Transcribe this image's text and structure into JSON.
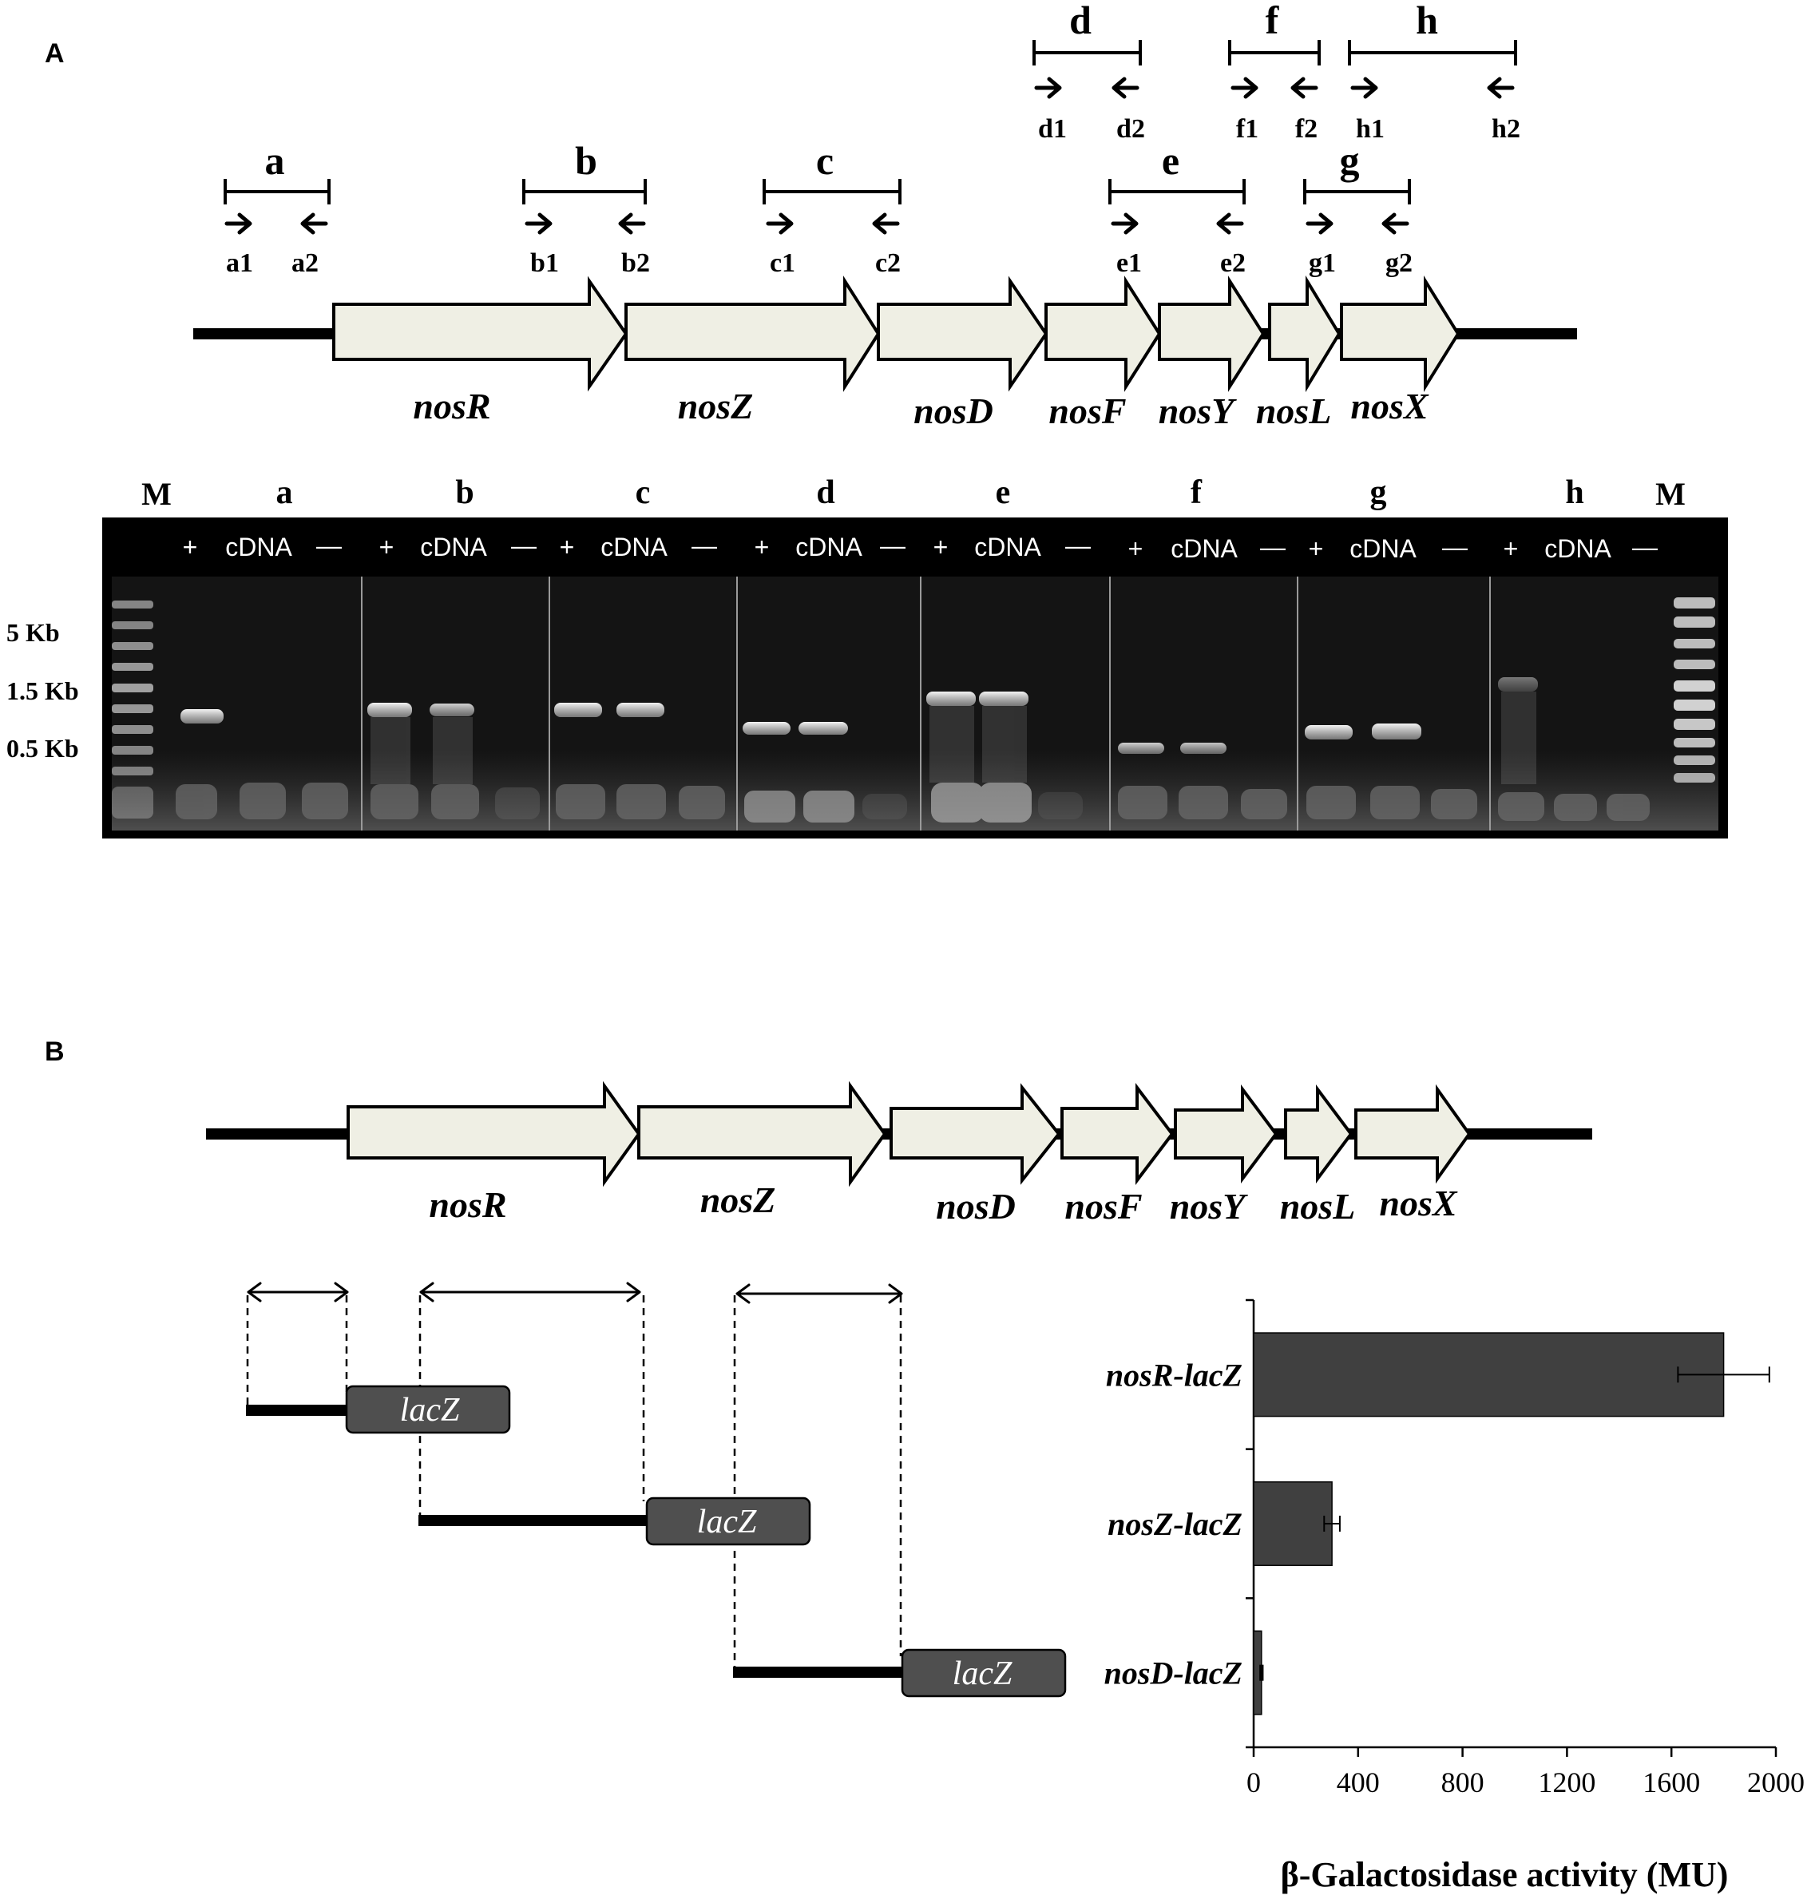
{
  "panels": [
    "A",
    "B"
  ],
  "genes": [
    "nosR",
    "nosZ",
    "nosD",
    "nosF",
    "nosY",
    "nosL",
    "nosX"
  ],
  "regions": [
    {
      "label": "a",
      "primers": [
        "a1",
        "a2"
      ]
    },
    {
      "label": "b",
      "primers": [
        "b1",
        "b2"
      ]
    },
    {
      "label": "c",
      "primers": [
        "c1",
        "c2"
      ]
    },
    {
      "label": "d",
      "primers": [
        "d1",
        "d2"
      ]
    },
    {
      "label": "e",
      "primers": [
        "e1",
        "e2"
      ]
    },
    {
      "label": "f",
      "primers": [
        "f1",
        "f2"
      ]
    },
    {
      "label": "g",
      "primers": [
        "g1",
        "g2"
      ]
    },
    {
      "label": "h",
      "primers": [
        "h1",
        "h2"
      ]
    }
  ],
  "gel": {
    "marker_label": "M",
    "lane_labels": [
      "+",
      "cDNA",
      "—"
    ],
    "ladder": [
      "5 Kb",
      "1.5 Kb",
      "0.5 Kb"
    ]
  },
  "fusion_label": "lacZ",
  "chart_data": {
    "type": "bar",
    "orientation": "horizontal",
    "categories": [
      "nosR-lacZ",
      "nosZ-lacZ",
      "nosD-lacZ"
    ],
    "values": [
      1800,
      300,
      30
    ],
    "errors": [
      175,
      30,
      5
    ],
    "xlabel": "β-Galactosidase activity (MU)",
    "xlim": [
      0,
      2000
    ],
    "xticks": [
      "0",
      "400",
      "800",
      "1200",
      "1600",
      "2000"
    ],
    "bar_color": "#404040",
    "grid": false
  }
}
